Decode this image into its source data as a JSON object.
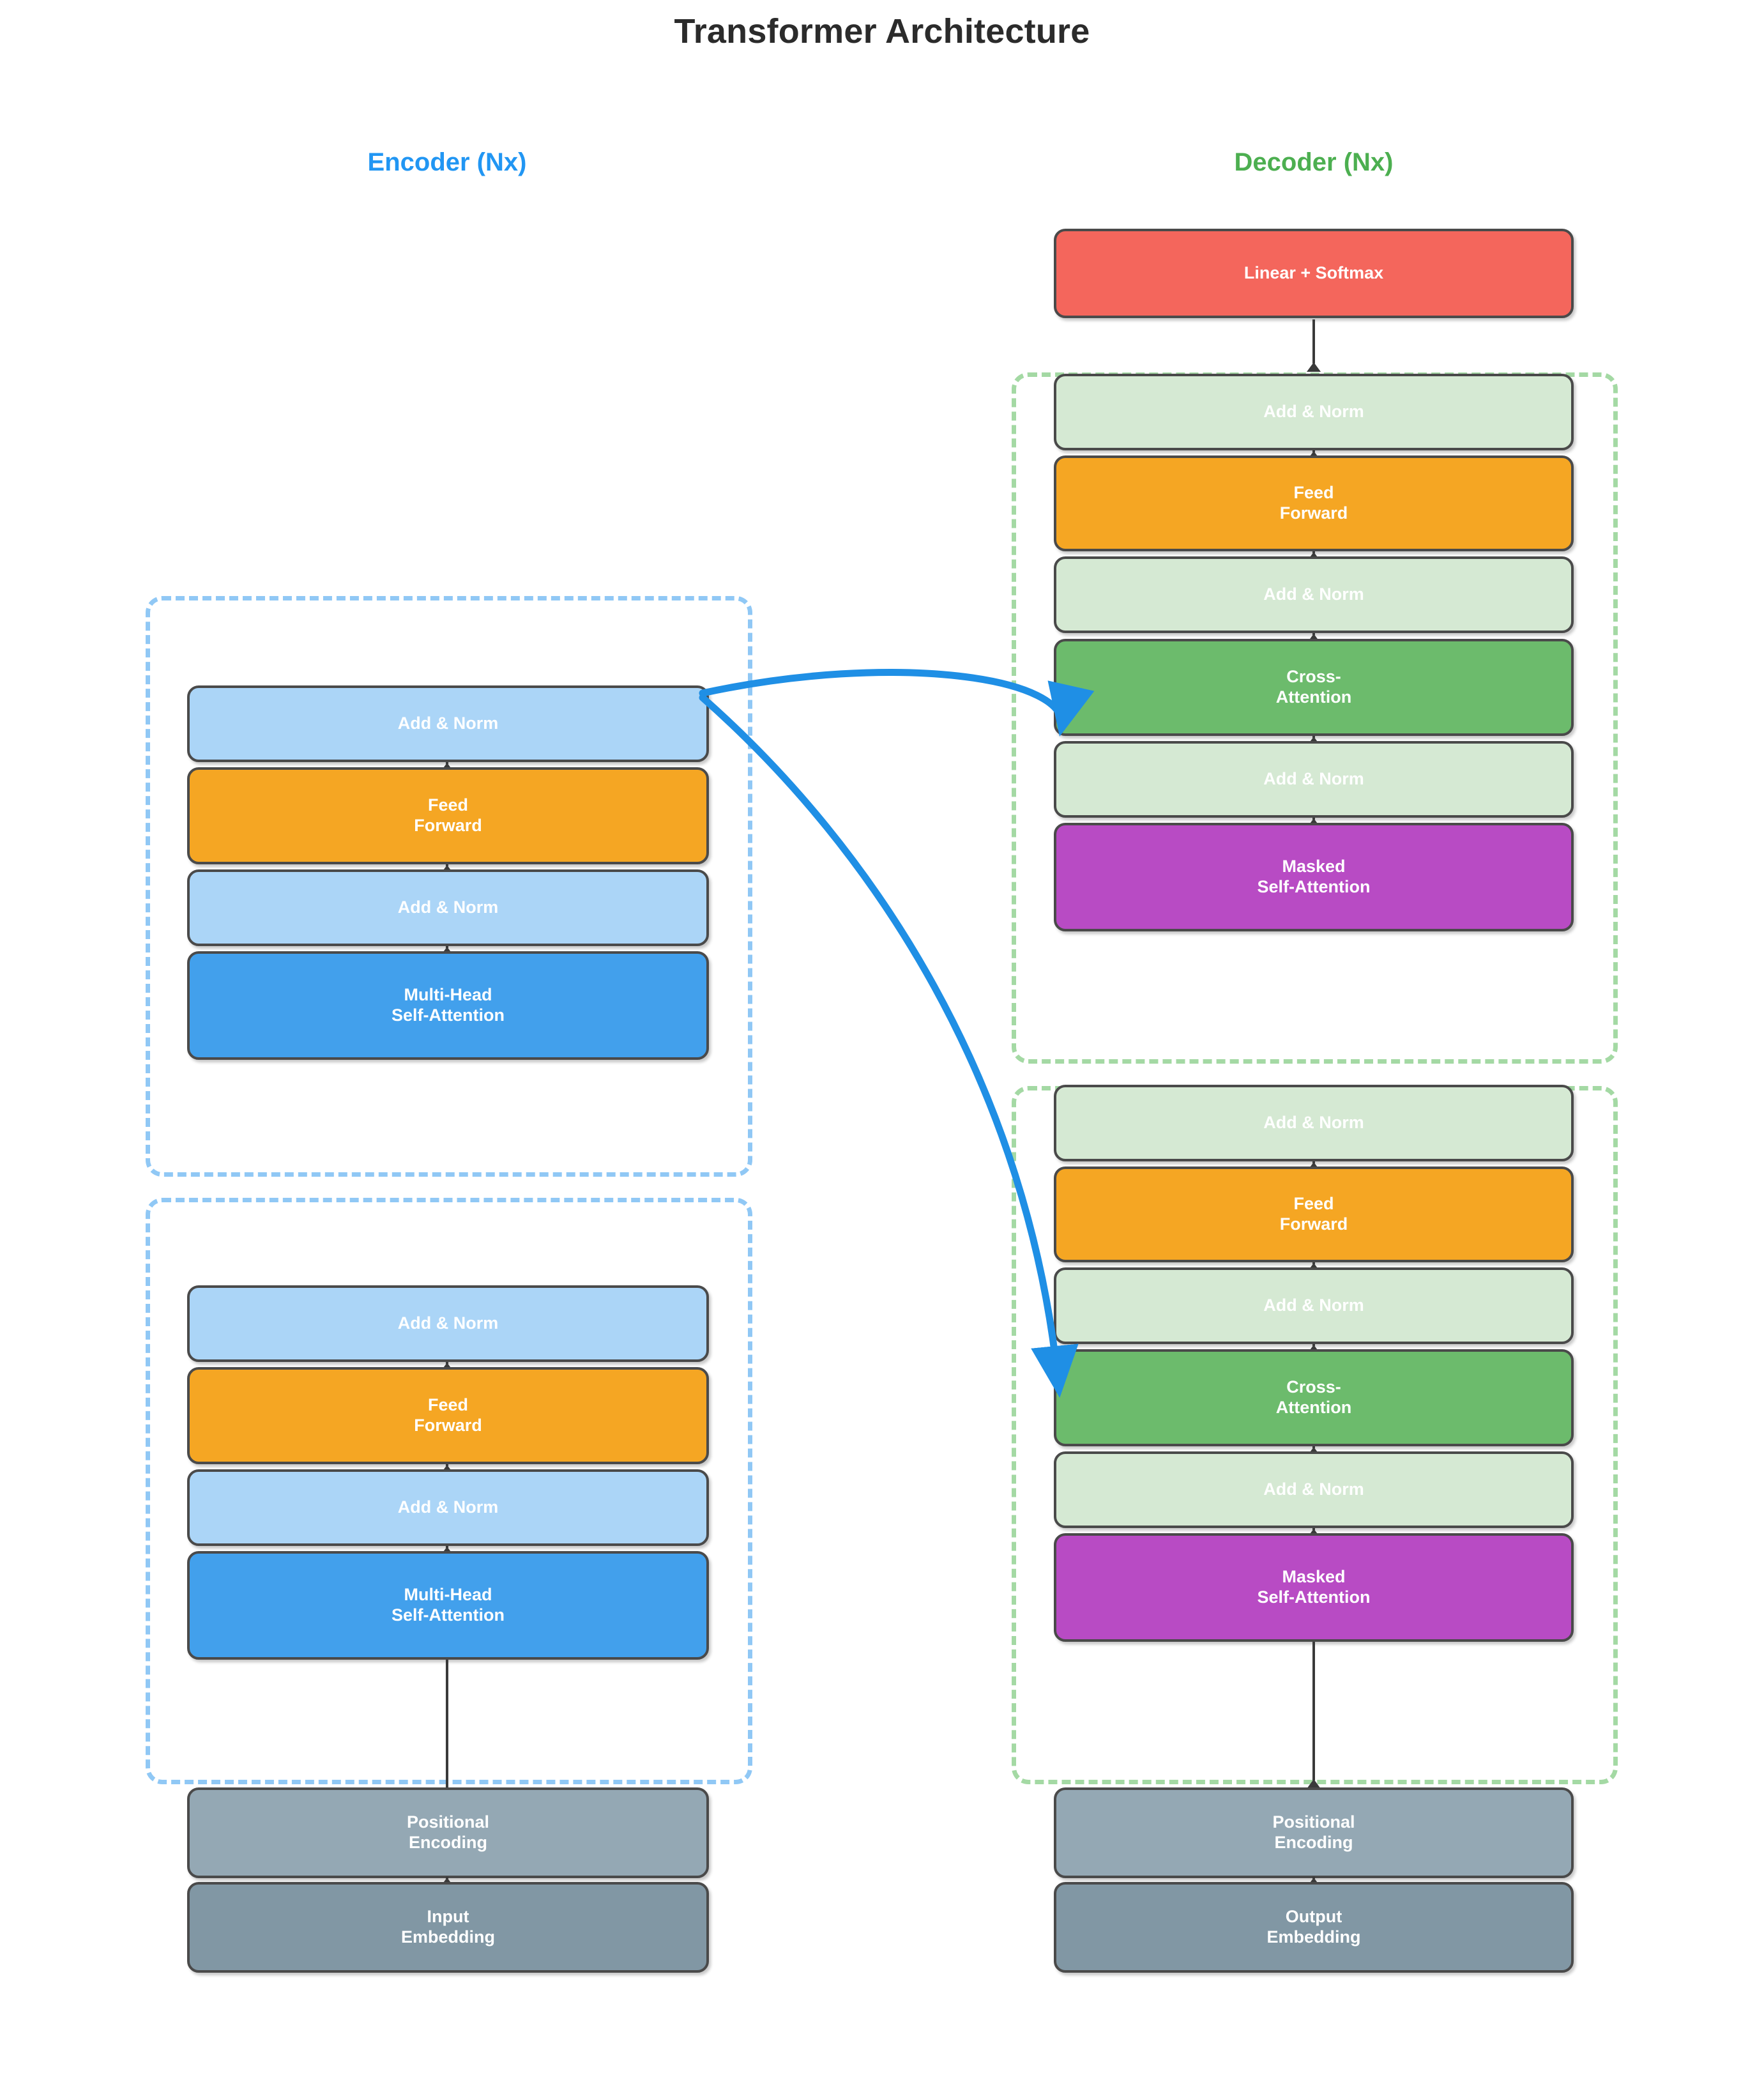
{
  "title": "Transformer Architecture",
  "columns": {
    "encoder_label": "Encoder (Nx)",
    "decoder_label": "Decoder (Nx)"
  },
  "colors": {
    "title": "#2b2b2b",
    "encoder_accent": "#2196f3",
    "decoder_accent": "#4caf50",
    "encoder_dashed_border": "#90c8f5",
    "decoder_dashed_border": "#a4d9a4",
    "add_norm_encoder": "#abd5f7",
    "add_norm_decoder": "#d5e9d3",
    "feed_forward": "#f5a623",
    "multi_head_self_attention": "#42a0ec",
    "cross_attention": "#6cbb6c",
    "masked_self_attention": "#b84bc4",
    "linear_softmax": "#f4665c",
    "positional_encoding": "#94a8b4",
    "embedding": "#8197a4",
    "node_border": "#4a4a4a",
    "flow_arrow": "#3a3a3a",
    "cross_link_arrow": "#1f8fe5"
  },
  "output_head": {
    "linear_softmax": "Linear + Softmax"
  },
  "encoder": {
    "layers": [
      {
        "name": "encoder-layer-top",
        "blocks": [
          {
            "label": "Add & Norm",
            "kind": "add-norm"
          },
          {
            "label": "Feed\nForward",
            "kind": "feed-forward"
          },
          {
            "label": "Add & Norm",
            "kind": "add-norm"
          },
          {
            "label": "Multi-Head\nSelf-Attention",
            "kind": "multi-head-self-attention"
          }
        ]
      },
      {
        "name": "encoder-layer-bottom",
        "blocks": [
          {
            "label": "Add & Norm",
            "kind": "add-norm"
          },
          {
            "label": "Feed\nForward",
            "kind": "feed-forward"
          },
          {
            "label": "Add & Norm",
            "kind": "add-norm"
          },
          {
            "label": "Multi-Head\nSelf-Attention",
            "kind": "multi-head-self-attention"
          }
        ]
      }
    ],
    "input_stack": [
      {
        "label": "Positional\nEncoding",
        "kind": "positional-encoding"
      },
      {
        "label": "Input\nEmbedding",
        "kind": "embedding"
      }
    ]
  },
  "decoder": {
    "layers": [
      {
        "name": "decoder-layer-top",
        "blocks": [
          {
            "label": "Add & Norm",
            "kind": "add-norm"
          },
          {
            "label": "Feed\nForward",
            "kind": "feed-forward"
          },
          {
            "label": "Add & Norm",
            "kind": "add-norm"
          },
          {
            "label": "Cross-\nAttention",
            "kind": "cross-attention"
          },
          {
            "label": "Add & Norm",
            "kind": "add-norm"
          },
          {
            "label": "Masked\nSelf-Attention",
            "kind": "masked-self-attention"
          }
        ]
      },
      {
        "name": "decoder-layer-bottom",
        "blocks": [
          {
            "label": "Add & Norm",
            "kind": "add-norm"
          },
          {
            "label": "Feed\nForward",
            "kind": "feed-forward"
          },
          {
            "label": "Add & Norm",
            "kind": "add-norm"
          },
          {
            "label": "Cross-\nAttention",
            "kind": "cross-attention"
          },
          {
            "label": "Add & Norm",
            "kind": "add-norm"
          },
          {
            "label": "Masked\nSelf-Attention",
            "kind": "masked-self-attention"
          }
        ]
      }
    ],
    "input_stack": [
      {
        "label": "Positional\nEncoding",
        "kind": "positional-encoding"
      },
      {
        "label": "Output\nEmbedding",
        "kind": "embedding"
      }
    ]
  }
}
